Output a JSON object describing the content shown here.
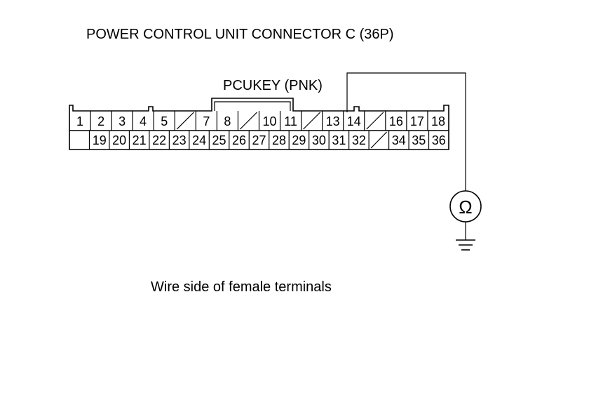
{
  "title": "POWER CONTROL UNIT CONNECTOR C (36P)",
  "wire_label": "PCUKEY (PNK)",
  "caption": "Wire side of female terminals",
  "ohmmeter_symbol": "Ω",
  "connector": {
    "top_row": [
      "1",
      "2",
      "3",
      "4",
      "5",
      "",
      "7",
      "8",
      "",
      "10",
      "11",
      "",
      "13",
      "14",
      "",
      "16",
      "17",
      "18"
    ],
    "bottom_row": [
      "",
      "19",
      "20",
      "21",
      "22",
      "23",
      "24",
      "25",
      "26",
      "27",
      "28",
      "29",
      "30",
      "31",
      "32",
      "",
      "34",
      "35",
      "36"
    ],
    "probed_terminal": "14"
  }
}
